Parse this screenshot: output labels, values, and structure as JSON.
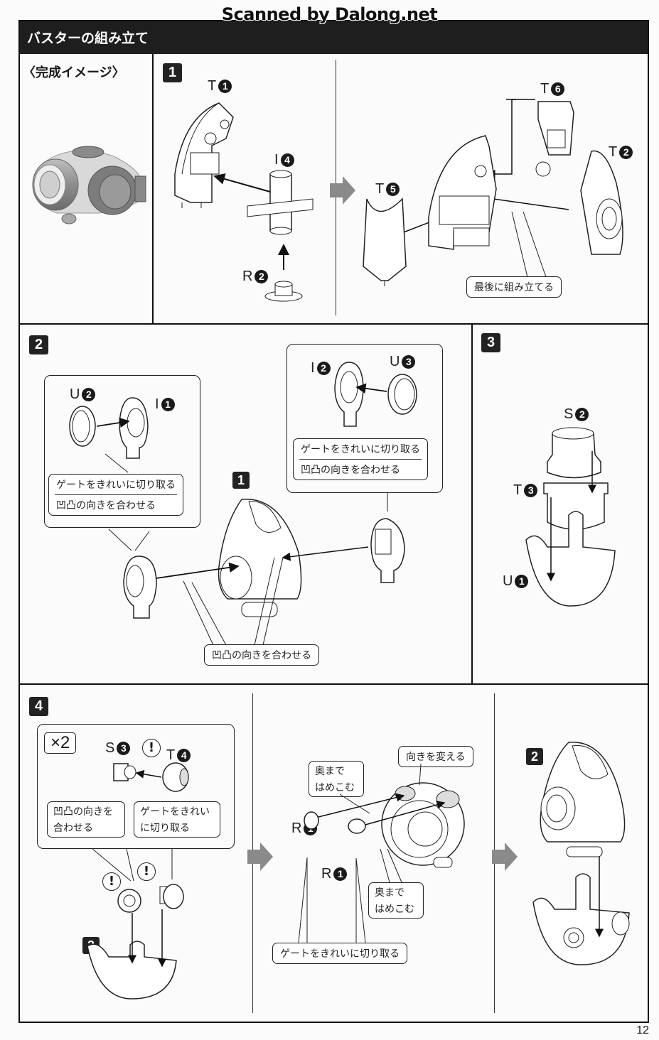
{
  "watermark": "Scanned by Dalong.net",
  "header": {
    "title": "バスターの組み立て"
  },
  "completed_image": {
    "label": "〈完成イメージ〉",
    "icon": "buster-photo"
  },
  "steps": [
    {
      "number": "1",
      "left_parts": [
        {
          "part": "T",
          "num": "1"
        },
        {
          "part": "I",
          "num": "4"
        },
        {
          "part": "R",
          "num": "2"
        }
      ],
      "right_parts": [
        {
          "part": "T",
          "num": "6"
        },
        {
          "part": "T",
          "num": "2"
        },
        {
          "part": "T",
          "num": "5"
        }
      ],
      "callout": "最後に組み立てる"
    },
    {
      "number": "2",
      "left_detail": {
        "parts": [
          {
            "part": "U",
            "num": "2"
          },
          {
            "part": "I",
            "num": "1"
          }
        ],
        "notes": [
          "ゲートをきれいに切り取る",
          "凹凸の向きを合わせる"
        ]
      },
      "right_detail": {
        "parts": [
          {
            "part": "I",
            "num": "2"
          },
          {
            "part": "U",
            "num": "3"
          }
        ],
        "notes": [
          "ゲートをきれいに切り取る",
          "凹凸の向きを合わせる"
        ]
      },
      "ref_step": "1",
      "bottom_note": "凹凸の向きを合わせる"
    },
    {
      "number": "3",
      "parts": [
        {
          "part": "S",
          "num": "2"
        },
        {
          "part": "T",
          "num": "3"
        },
        {
          "part": "U",
          "num": "1"
        }
      ]
    },
    {
      "number": "4",
      "multiplier": "×2",
      "parts": [
        {
          "part": "S",
          "num": "3"
        },
        {
          "part": "T",
          "num": "4"
        }
      ],
      "notes_left": [
        "凹凸の向きを",
        "合わせる"
      ],
      "notes_right": [
        "ゲートをきれい",
        "に切り取る"
      ],
      "attention": "!",
      "ref_step_bottom": "3",
      "middle": {
        "parts": [
          {
            "part": "R",
            "num": "1"
          },
          {
            "part": "R",
            "num": "1"
          }
        ],
        "note_push_top": [
          "奥まで",
          "はめこむ"
        ],
        "note_turn": "向きを変える",
        "note_push_bottom": [
          "奥まで",
          "はめこむ"
        ],
        "note_gate": "ゲートをきれいに切り取る"
      },
      "right_ref_step": "2"
    }
  ],
  "page_number": "12"
}
